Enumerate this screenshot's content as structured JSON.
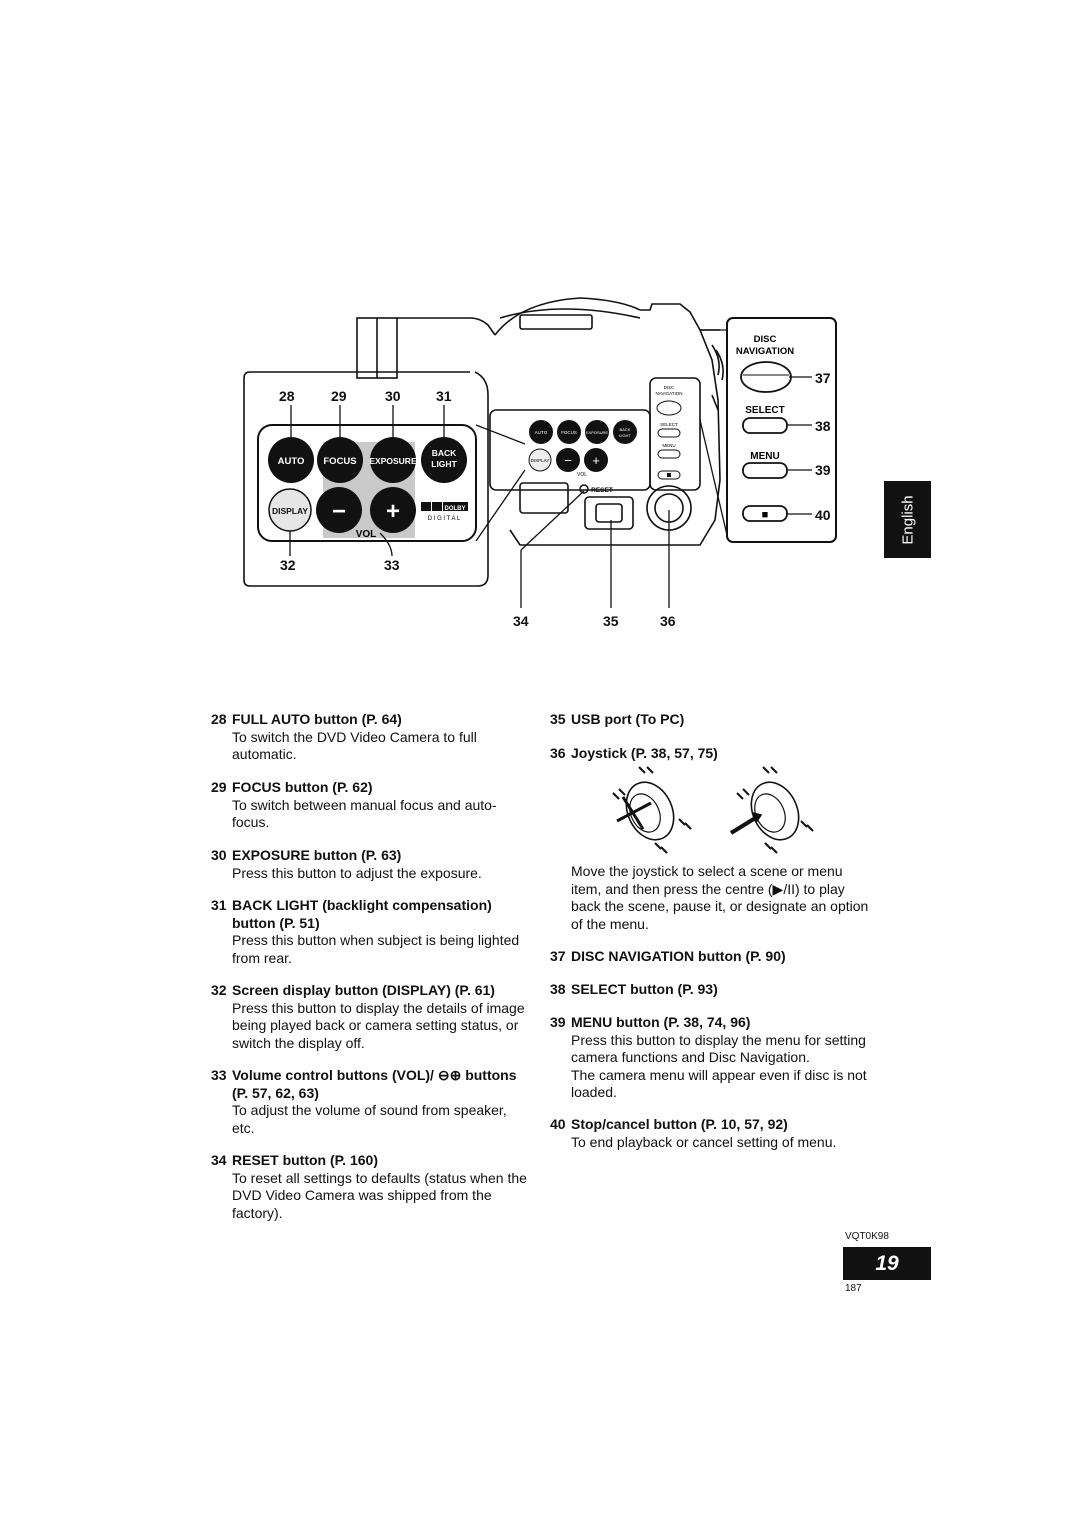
{
  "side_tab": "English",
  "diagram": {
    "callouts_top": [
      "28",
      "29",
      "30",
      "31"
    ],
    "callouts_bottom_left": [
      "32",
      "33"
    ],
    "callouts_bottom_mid": [
      "34",
      "35",
      "36"
    ],
    "callouts_right": [
      "37",
      "38",
      "39",
      "40"
    ],
    "buttons": {
      "auto": "AUTO",
      "focus": "FOCUS",
      "exposure": "EXPOSURE",
      "back": "BACK",
      "light": "LIGHT",
      "display": "DISPLAY",
      "minus": "−",
      "plus": "+",
      "vol": "VOL",
      "dolby": "DOLBY",
      "digital": "D I G I T A L",
      "reset": "RESET"
    },
    "right_panel": {
      "disc": "DISC",
      "navigation": "NAVIGATION",
      "select": "SELECT",
      "menu": "MENU",
      "stop": "■"
    }
  },
  "left_entries": [
    {
      "num": "28",
      "title": "FULL AUTO button (P. 64)",
      "body": "To switch the DVD Video Camera to full automatic."
    },
    {
      "num": "29",
      "title": "FOCUS button (P. 62)",
      "body": "To switch between manual focus and auto-focus."
    },
    {
      "num": "30",
      "title": "EXPOSURE button (P. 63)",
      "body": "Press this button to adjust the exposure."
    },
    {
      "num": "31",
      "title": "BACK LIGHT (backlight compensation)",
      "title2": "button (P. 51)",
      "body": "Press this button when subject is being lighted from rear."
    },
    {
      "num": "32",
      "title": "Screen display button (DISPLAY) (P. 61)",
      "body": "Press this button to display the details of image being played back or camera setting status, or switch the display off."
    },
    {
      "num": "33",
      "title": "Volume control buttons (VOL)/ ⊖⊕ buttons",
      "title2": "(P. 57, 62, 63)",
      "body": "To adjust the volume of sound from speaker, etc."
    },
    {
      "num": "34",
      "title": "RESET button (P. 160)",
      "body": "To reset all settings to defaults (status when the DVD Video Camera was shipped from the factory)."
    }
  ],
  "right_entries": [
    {
      "num": "35",
      "title": "USB port (To PC)"
    },
    {
      "num": "36",
      "title": "Joystick (P. 38, 57, 75)"
    },
    {
      "body": "Move the joystick to select a scene or menu item, and then press the centre (▶/II) to play back the scene, pause it, or designate an option of the menu."
    },
    {
      "num": "37",
      "title": "DISC NAVIGATION button (P. 90)"
    },
    {
      "num": "38",
      "title": "SELECT button (P. 93)"
    },
    {
      "num": "39",
      "title": "MENU button (P. 38, 74, 96)",
      "body": "Press this button to display the menu for setting camera functions and Disc Navigation.",
      "body2": "The camera menu will appear even if disc is not loaded."
    },
    {
      "num": "40",
      "title": "Stop/cancel button (P. 10, 57, 92)",
      "body": "To end playback or cancel setting of menu."
    }
  ],
  "footer": {
    "code": "VQT0K98",
    "page": "19",
    "sub_page": "187"
  }
}
